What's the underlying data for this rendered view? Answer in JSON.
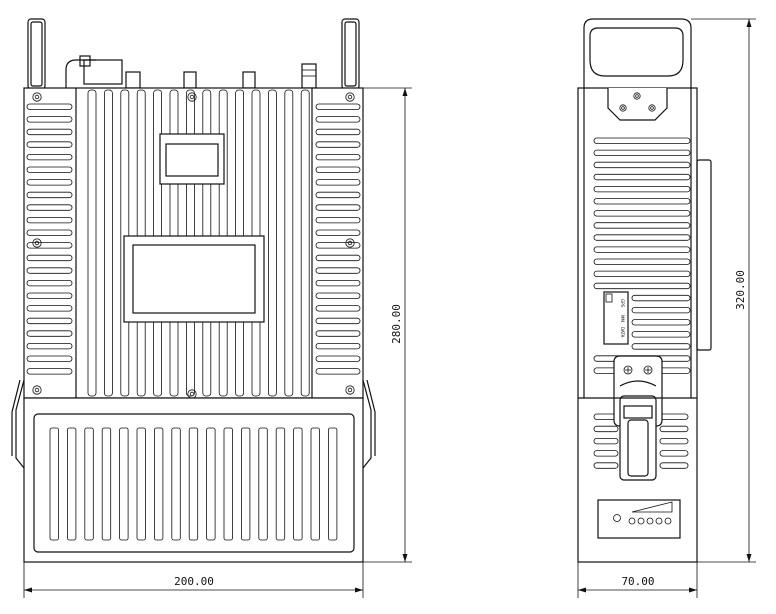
{
  "drawing": {
    "front_view": {
      "width_dimension": "200.00",
      "body_height_dimension": "280.00"
    },
    "side_view": {
      "width_dimension": "70.00",
      "total_height_dimension": "320.00"
    },
    "side_panel_labels": [
      "GPS",
      "MM",
      "DATA"
    ]
  }
}
